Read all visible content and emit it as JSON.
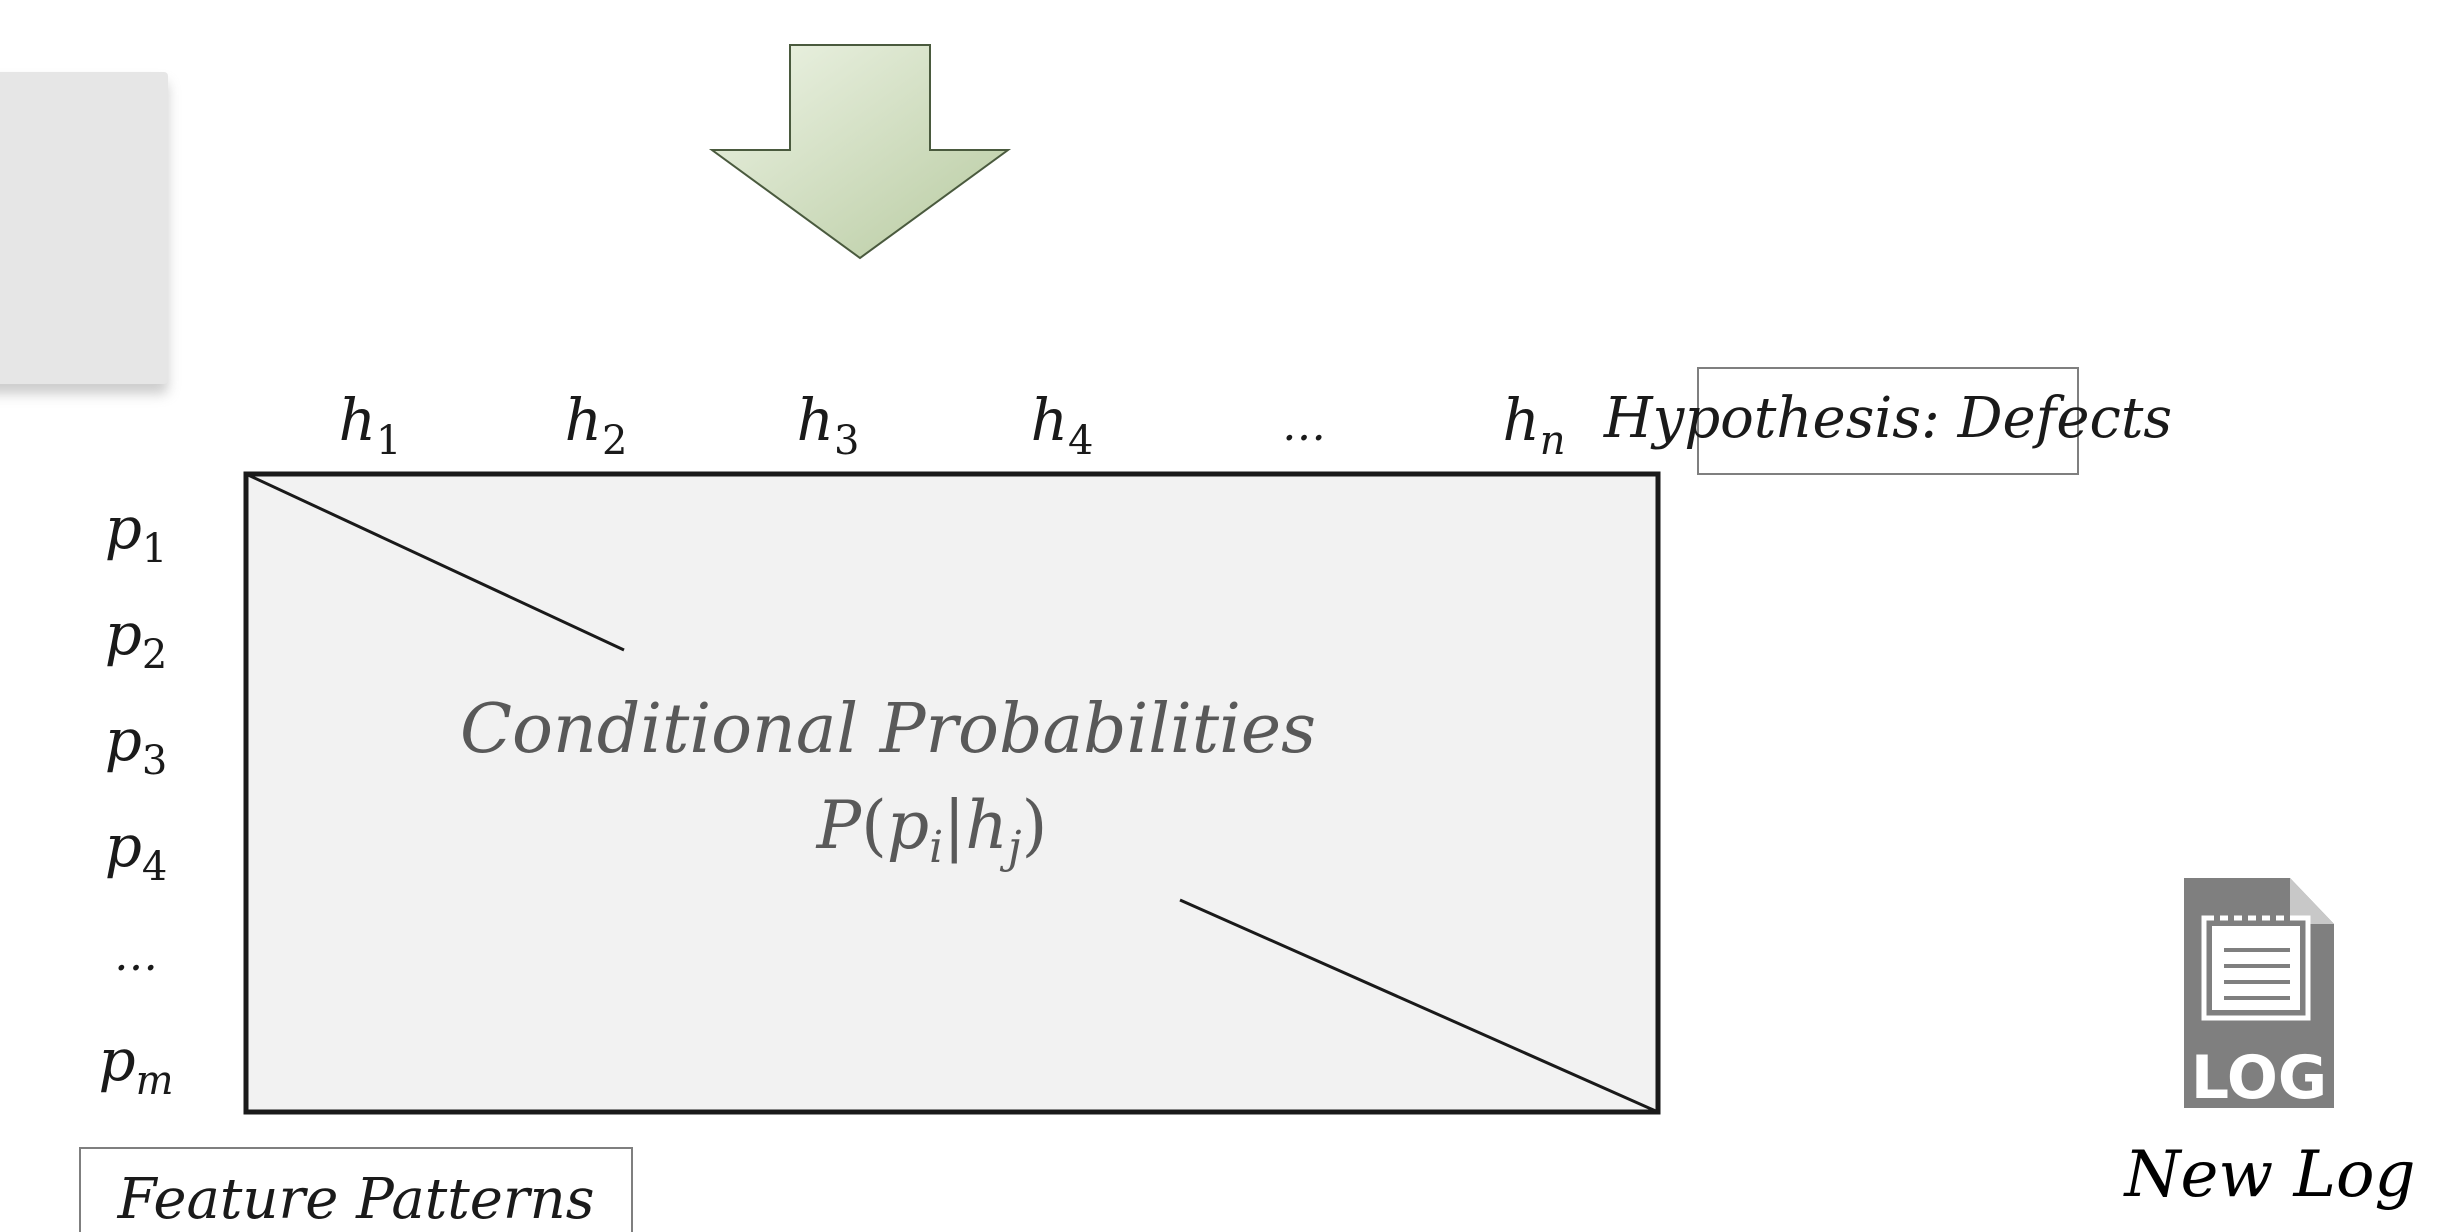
{
  "hypotheses": {
    "labels": [
      {
        "base": "h",
        "sub": "1",
        "sub_italic": false
      },
      {
        "base": "h",
        "sub": "2",
        "sub_italic": false
      },
      {
        "base": "h",
        "sub": "3",
        "sub_italic": false
      },
      {
        "base": "h",
        "sub": "4",
        "sub_italic": false
      },
      {
        "base": "…",
        "sub": "",
        "sub_italic": false
      },
      {
        "base": "h",
        "sub": "n",
        "sub_italic": true
      }
    ],
    "box_label": "Hypothesis: Defects"
  },
  "patterns": {
    "labels": [
      {
        "base": "p",
        "sub": "1",
        "sub_italic": false
      },
      {
        "base": "p",
        "sub": "2",
        "sub_italic": false
      },
      {
        "base": "p",
        "sub": "3",
        "sub_italic": false
      },
      {
        "base": "p",
        "sub": "4",
        "sub_italic": false
      },
      {
        "base": "…",
        "sub": "",
        "sub_italic": false
      },
      {
        "base": "p",
        "sub": "m",
        "sub_italic": true
      }
    ],
    "box_label": "Feature Patterns"
  },
  "matrix": {
    "title": "Conditional Probabilities",
    "formula": {
      "P": "P",
      "open": "(",
      "p": "p",
      "i": "i",
      "bar": "|",
      "h": "h",
      "j": "j",
      "close": ")"
    }
  },
  "log": {
    "icon_text": "LOG",
    "caption": "New Log"
  },
  "colors": {
    "matrix_fill": "#f2f2f2",
    "matrix_stroke": "#1a1a1a",
    "arrow_light": "#e9f0df",
    "arrow_dark": "#b9cca3",
    "arrow_stroke": "#4a5a3e",
    "log_icon": "#7f7f7f",
    "text_gray": "#595959"
  }
}
